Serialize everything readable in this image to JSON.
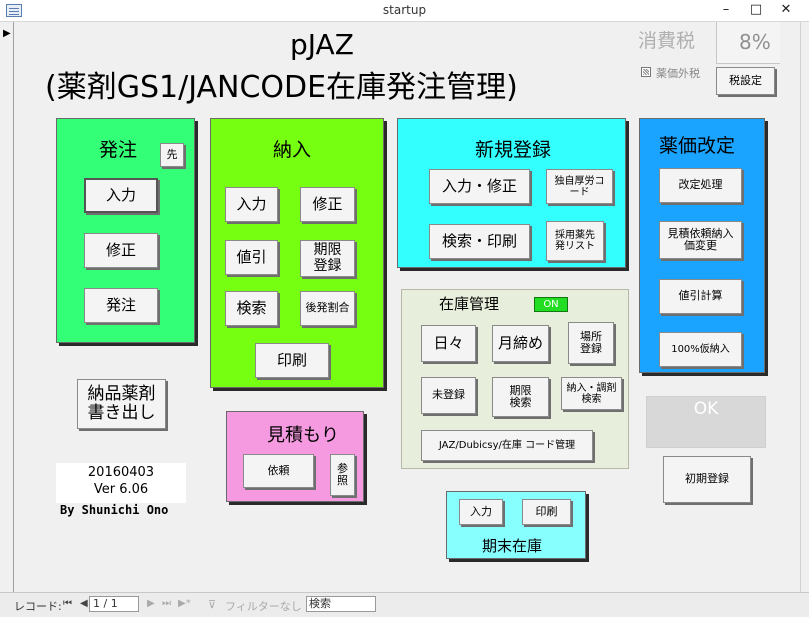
{
  "window": {
    "title": "startup",
    "minimize": "–",
    "maximize": "□",
    "close": "✕"
  },
  "header": {
    "line1": "pJAZ",
    "line2": "(薬剤GS1/JANCODE在庫発注管理)"
  },
  "tax": {
    "label": "消費税",
    "value": "8%",
    "checkbox_label": "薬価外税",
    "checked": false,
    "settings_button": "税設定"
  },
  "order_panel": {
    "title": "発注",
    "saki_button": "先",
    "buttons": [
      "入力",
      "修正",
      "発注"
    ],
    "color": "#33ff77"
  },
  "delivery_panel": {
    "title": "納入",
    "buttons": [
      "入力",
      "修正",
      "値引",
      "期限登録",
      "検索",
      "後発割合",
      "印刷"
    ],
    "color": "#77ff11"
  },
  "registration_panel": {
    "title": "新規登録",
    "buttons": [
      "入力・修正",
      "独自厚労コード",
      "検索・印刷",
      "採用薬先発リスト"
    ],
    "color": "#33ffff"
  },
  "price_panel": {
    "title": "薬価改定",
    "buttons": [
      "改定処理",
      "見積依頼納入価変更",
      "値引計算",
      "100%仮納入"
    ],
    "color": "#1aa3ff"
  },
  "inventory_panel": {
    "title": "在庫管理",
    "status_badge": "ON",
    "buttons": [
      "日々",
      "月締め",
      "場所登録",
      "未登録",
      "期限検索",
      "納入・調剤検索",
      "JAZ/Dubicsy/在庫 コード管理"
    ],
    "color": "#e8eedc",
    "badge_color": "#22dd22"
  },
  "estimate_panel": {
    "title": "見積もり",
    "buttons": [
      "依頼",
      "参照"
    ],
    "color": "#f59ae0"
  },
  "period_end_panel": {
    "title": "期末在庫",
    "buttons": [
      "入力",
      "印刷"
    ],
    "color": "#88ffff"
  },
  "export_button": "納品薬剤書き出し",
  "version": {
    "date": "20160403",
    "version": "Ver 6.06",
    "author": "By Shunichi Ono"
  },
  "ok_button": "OK",
  "initial_register_button": "初期登録",
  "status_bar": {
    "record_label": "レコード:",
    "first": "⏮",
    "prev": "◀",
    "record_value": "1 / 1",
    "next": "▶",
    "last": "⏭",
    "new": "▶*",
    "filter_label": "フィルターなし",
    "search_value": "検索"
  }
}
